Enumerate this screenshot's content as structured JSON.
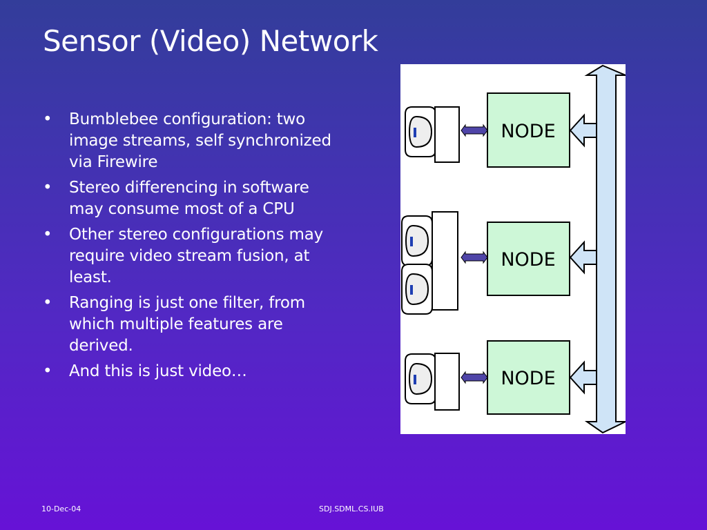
{
  "slide": {
    "title": "Sensor (Video) Network",
    "bullet_marker": "•",
    "bullets": [
      "Bumblebee configuration: two image streams, self synchronized via Firewire",
      "Stereo differencing in software may consume most of a CPU",
      "Other stereo configurations may require video stream fusion, at least.",
      "Ranging is just one filter, from which multiple features are derived.",
      "And this is just video…"
    ]
  },
  "diagram": {
    "node_labels": [
      "NODE",
      "NODE",
      "NODE"
    ],
    "colors": {
      "node_fill": "#cdf7d7",
      "bus_fill": "#cfe4f7",
      "link_fill": "#4f45a8",
      "camera_lens": "#1f3fb3"
    }
  },
  "footer": {
    "date": "10-Dec-04",
    "credit": "SDJ.SDML.CS.IUB"
  }
}
